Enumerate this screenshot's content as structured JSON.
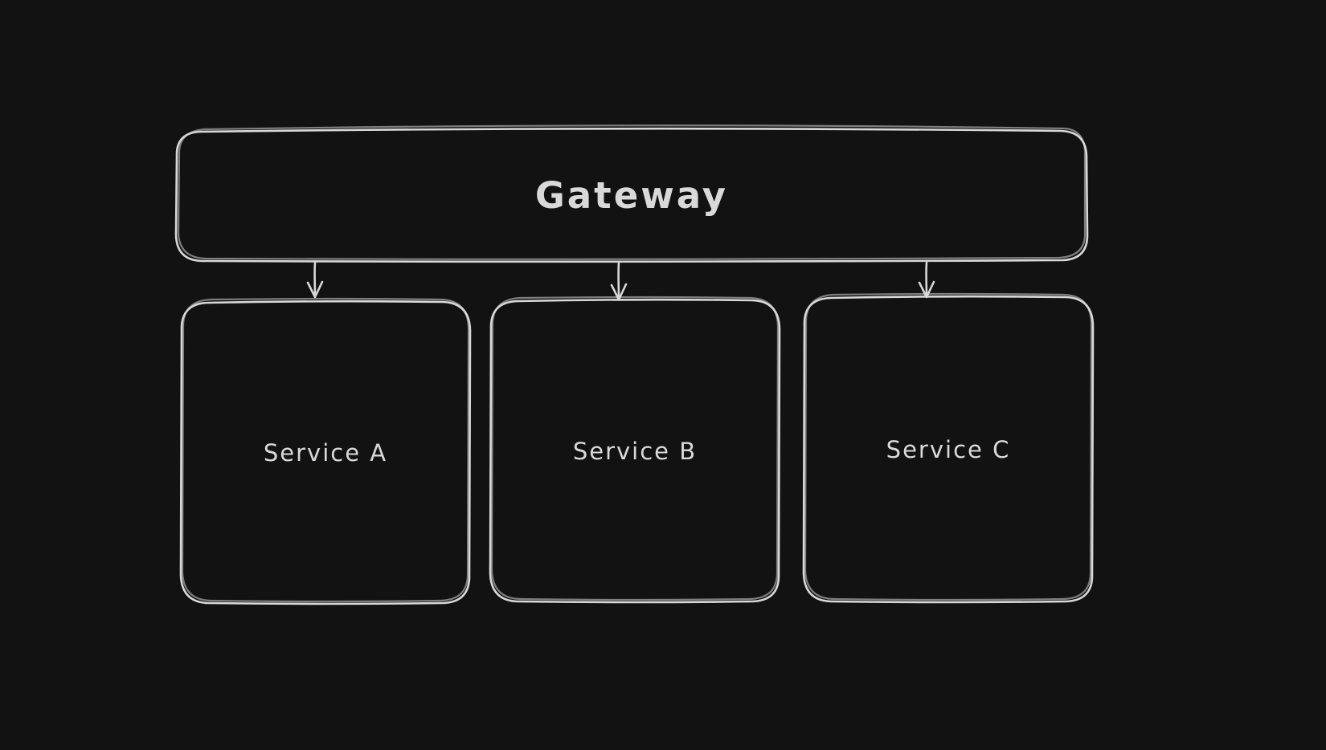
{
  "diagram": {
    "nodes": {
      "gateway": {
        "label": "Gateway"
      },
      "services": [
        {
          "id": "service-a",
          "label": "Service A"
        },
        {
          "id": "service-b",
          "label": "Service B"
        },
        {
          "id": "service-c",
          "label": "Service C"
        }
      ]
    },
    "edges": [
      {
        "from": "Gateway",
        "to": "Service A",
        "style": "arrow-down"
      },
      {
        "from": "Gateway",
        "to": "Service B",
        "style": "arrow-down"
      },
      {
        "from": "Gateway",
        "to": "Service C",
        "style": "arrow-down"
      }
    ],
    "colors": {
      "background": "#121212",
      "stroke": "#d8d8d8",
      "text": "#d9d9d9"
    },
    "style": "hand-drawn-sketch"
  }
}
